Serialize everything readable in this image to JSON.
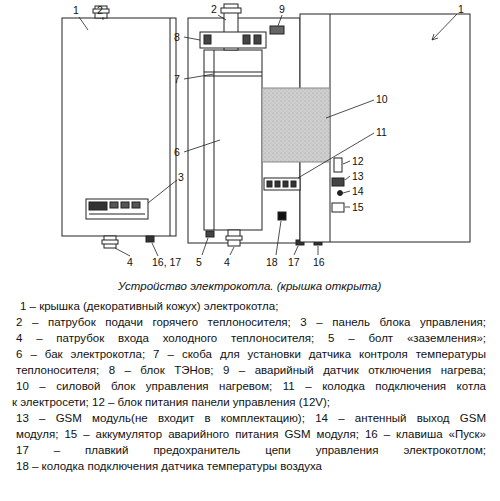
{
  "diagram": {
    "caption": "Устройство электрокотла. (крышка открыта)",
    "labels": [
      "1",
      "2",
      "3",
      "4",
      "16, 17",
      "2",
      "9",
      "8",
      "7",
      "6",
      "5",
      "4",
      "18",
      "17",
      "16",
      "1",
      "10",
      "11",
      "12",
      "13",
      "14",
      "15",
      "1 – крышка (декоративный кожух) электрокотла;",
      "2 – патрубок подачи горячего теплоносителя; 3 – панель блока управления;",
      "4 – патрубок входа холодного теплоносителя; 5 – болт «заземления»;",
      "6 – бак электрокотла; 7 – скоба для установки датчика контроля температуры",
      "теплоносителя; 8 – блок ТЭНов; 9 – аварийный датчик отключения нагрева;",
      "10 – силовой блок управления нагревом; 11 – колодка подключения котла",
      "к электросети; 12 – блок питания панели управления (12V);",
      "13 – GSM модуль(не входит в комплектацию); 14 – антенный выход GSM",
      "модуля; 15 – аккумулятор аварийного питания GSM модуля; 16 – клавиша «Пуск»",
      "17 – плавкий предохранитель цепи управления электрокотлом;",
      "18 – колодка подключения датчика температуры воздуха"
    ]
  }
}
